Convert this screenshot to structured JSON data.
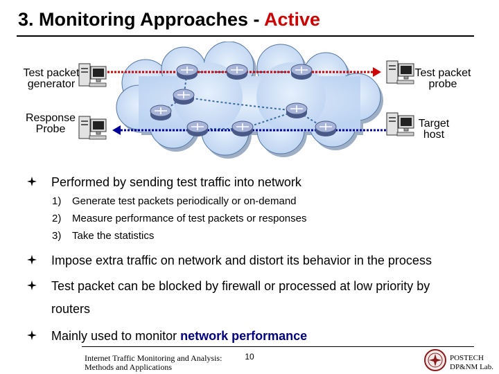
{
  "slide": {
    "title_main": "3. Monitoring Approaches - ",
    "title_accent": "Active",
    "accent_color": "#cc0000"
  },
  "diagram": {
    "tp_generator": [
      "Test packet",
      "generator"
    ],
    "response_probe": [
      "Response",
      "Probe"
    ],
    "tp_probe": [
      "Test packet",
      "probe"
    ],
    "target_host": [
      "Target",
      "host"
    ],
    "forward_arrow_color": "#cc0000",
    "return_arrow_color": "#000099",
    "cloud_color": "#cde0f7",
    "icons": [
      "computer-icon",
      "router-icon"
    ]
  },
  "bullets": {
    "b1": "Performed by sending test traffic into network",
    "sub": [
      {
        "num": "1)",
        "text": "Generate test packets periodically or on-demand"
      },
      {
        "num": "2)",
        "text": "Measure performance of test packets or responses"
      },
      {
        "num": "3)",
        "text": "Take the statistics"
      }
    ],
    "b2": "Impose extra traffic on network and distort its behavior in the process",
    "b3_line1": "Test packet can be blocked by firewall or processed at low priority by",
    "b3_line2": "routers",
    "b4_prefix": "Mainly used to monitor ",
    "b4_highlight": "network performance",
    "highlight_color": "#000080"
  },
  "footer": {
    "left_line1": "Internet Traffic Monitoring and Analysis:",
    "left_line2": "Methods and Applications",
    "page": "10",
    "right_line1": "POSTECH",
    "right_line2": "DP&NM Lab."
  }
}
